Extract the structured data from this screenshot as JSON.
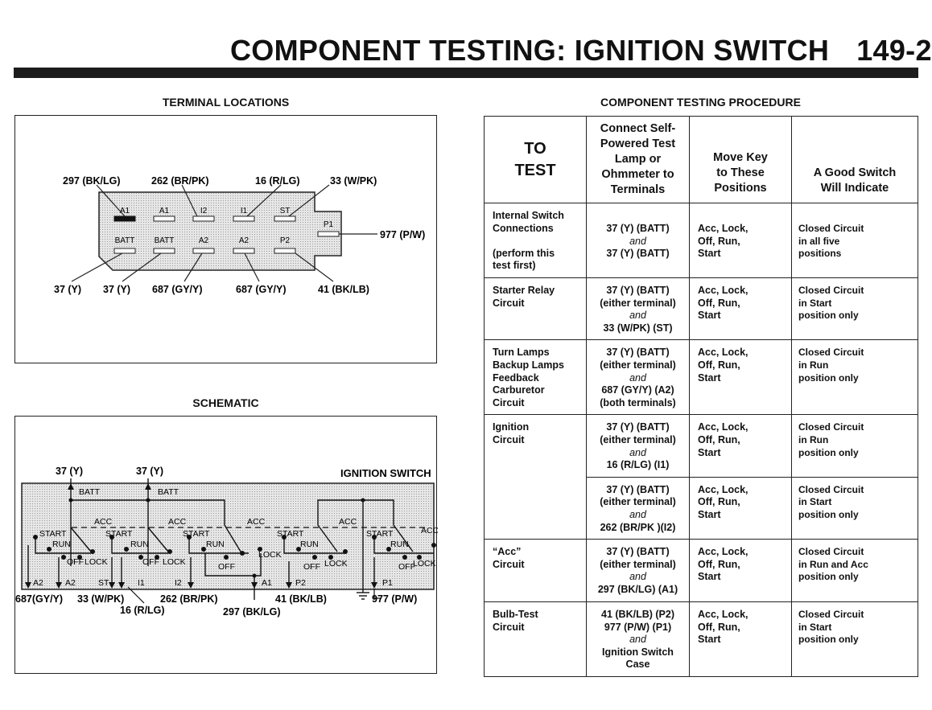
{
  "page": {
    "title": "COMPONENT TESTING: IGNITION SWITCH",
    "page_number": "149-2"
  },
  "terminal_locations": {
    "title": "TERMINAL LOCATIONS",
    "top_wires": [
      "297 (BK/LG)",
      "262 (BR/PK)",
      "16 (R/LG)",
      "33 (W/PK)"
    ],
    "bottom_wires": [
      "37 (Y)",
      "37 (Y)",
      "687 (GY/Y)",
      "687 (GY/Y)",
      "41 (BK/LB)"
    ],
    "side_wire": "977 (P/W)",
    "top_terminals": [
      "A1",
      "A1",
      "I2",
      "I1",
      "ST"
    ],
    "bottom_terminals": [
      "BATT",
      "BATT",
      "A2",
      "A2",
      "P2"
    ],
    "side_terminal": "P1"
  },
  "schematic": {
    "title": "SCHEMATIC",
    "switch_label": "IGNITION SWITCH",
    "top_wires": [
      "37 (Y)",
      "37 (Y)"
    ],
    "batt_labels": [
      "BATT",
      "BATT"
    ],
    "acc_labels": [
      "ACC",
      "ACC",
      "ACC",
      "ACC",
      "ACC"
    ],
    "start_labels": [
      "START",
      "START",
      "START",
      "START",
      "START"
    ],
    "run_labels": [
      "RUN",
      "RUN",
      "RUN",
      "RUN",
      "RUN"
    ],
    "off_labels": [
      "OFF",
      "OFF",
      "OFF",
      "OFF",
      "OFF"
    ],
    "lock_labels": [
      "LOCK",
      "LOCK",
      "LOCK",
      "LOCK",
      "LOCK"
    ],
    "terminal_labels": [
      "A2",
      "A2",
      "ST",
      "I1",
      "I2",
      "A1",
      "P2",
      "P1"
    ],
    "bottom_wires": [
      "687(GY/Y)",
      "33 (W/PK)",
      "16 (R/LG)",
      "262 (BR/PK)",
      "297 (BK/LG)",
      "41 (BK/LB)",
      "977 (P/W)"
    ]
  },
  "procedure": {
    "title": "COMPONENT TESTING PROCEDURE",
    "headers": {
      "to_test": [
        "TO",
        "TEST"
      ],
      "connect": [
        "Connect Self-",
        "Powered Test",
        "Lamp or",
        "Ohmmeter to",
        "Terminals"
      ],
      "move_key": [
        "Move Key",
        "to These",
        "Positions"
      ],
      "good_switch": [
        "A Good Switch",
        "Will Indicate"
      ]
    },
    "rows": [
      {
        "test": [
          "Internal Switch",
          "Connections",
          "",
          "(perform this",
          "test first)"
        ],
        "terminals": [
          "37 (Y) (BATT)",
          "and",
          "37 (Y) (BATT)"
        ],
        "positions": [
          "Acc, Lock,",
          "Off, Run,",
          "Start"
        ],
        "result": [
          "Closed Circuit",
          "in all five",
          "positions"
        ]
      },
      {
        "test": [
          "Starter Relay",
          "Circuit"
        ],
        "terminals": [
          "37 (Y) (BATT)",
          "(either terminal)",
          "and",
          "33 (W/PK) (ST)"
        ],
        "positions": [
          "Acc, Lock,",
          "Off, Run,",
          "Start"
        ],
        "result": [
          "Closed Circuit",
          "in Start",
          "position only"
        ]
      },
      {
        "test": [
          "Turn Lamps",
          "Backup Lamps",
          "Feedback",
          "Carburetor",
          "Circuit"
        ],
        "terminals": [
          "37 (Y) (BATT)",
          "(either terminal)",
          "and",
          "687 (GY/Y) (A2)",
          "(both terminals)"
        ],
        "positions": [
          "Acc, Lock,",
          "Off, Run,",
          "Start"
        ],
        "result": [
          "Closed Circuit",
          "in Run",
          "position only"
        ]
      },
      {
        "test": [
          "Ignition",
          "Circuit"
        ],
        "terminals": [
          "37 (Y) (BATT)",
          "(either terminal)",
          "and",
          "16 (R/LG) (I1)"
        ],
        "positions": [
          "Acc, Lock,",
          "Off, Run,",
          "Start"
        ],
        "result": [
          "Closed Circuit",
          "in Run",
          "position only"
        ]
      },
      {
        "test": [],
        "terminals": [
          "37 (Y) (BATT)",
          "(either terminal)",
          "and",
          "262 (BR/PK )(I2)"
        ],
        "positions": [
          "Acc, Lock,",
          "Off, Run,",
          "Start"
        ],
        "result": [
          "Closed Circuit",
          "in Start",
          "position only"
        ]
      },
      {
        "test": [
          "“Acc”",
          "Circuit"
        ],
        "terminals": [
          "37 (Y) (BATT)",
          "(either terminal)",
          "and",
          "297 (BK/LG) (A1)"
        ],
        "positions": [
          "Acc, Lock,",
          "Off, Run,",
          "Start"
        ],
        "result": [
          "Closed Circuit",
          "in Run and Acc",
          "position only"
        ]
      },
      {
        "test": [
          "Bulb-Test",
          "Circuit"
        ],
        "terminals": [
          "41 (BK/LB) (P2)",
          "977 (P/W) (P1)",
          "and",
          "Ignition Switch",
          "Case"
        ],
        "positions": [
          "Acc, Lock,",
          "Off, Run,",
          "Start"
        ],
        "result": [
          "Closed Circuit",
          "in Start",
          "position only"
        ]
      }
    ]
  }
}
